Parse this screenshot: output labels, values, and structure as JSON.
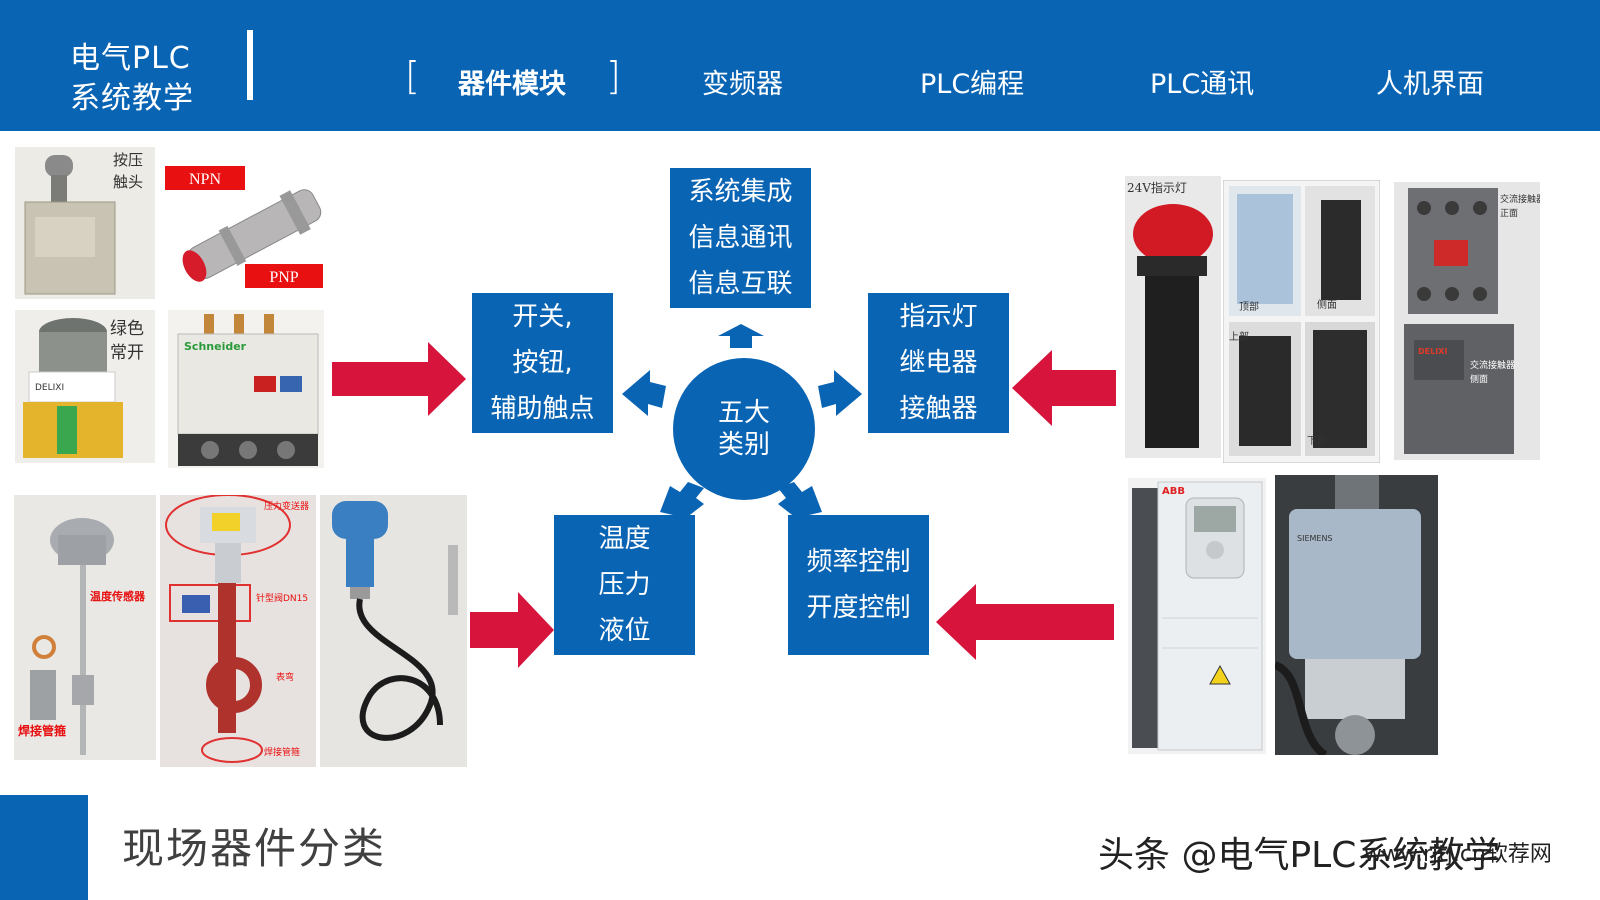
{
  "header": {
    "logo_line1": "电气PLC",
    "logo_line2": "系统教学",
    "bracket_left": "[",
    "bracket_right": "]",
    "nav": [
      {
        "label": "器件模块",
        "active": true
      },
      {
        "label": "变频器",
        "active": false
      },
      {
        "label": "PLC编程",
        "active": false
      },
      {
        "label": "PLC通讯",
        "active": false
      },
      {
        "label": "人机界面",
        "active": false
      }
    ]
  },
  "diagram": {
    "center": {
      "line1": "五大",
      "line2": "类别"
    },
    "top_box": [
      "系统集成",
      "信息通讯",
      "信息互联"
    ],
    "left_box": [
      "开关,",
      "按钮,",
      "辅助触点"
    ],
    "right_box": [
      "指示灯",
      "继电器",
      "接触器"
    ],
    "bottom_left_box": [
      "温度",
      "压力",
      "液位"
    ],
    "bottom_right_box": [
      "频率控制",
      "开度控制"
    ]
  },
  "photos": {
    "limit_switch_label": "按压\n触头",
    "limit_switch_label_1": "按压",
    "limit_switch_label_2": "触头",
    "npn_label": "NPN",
    "pnp_label": "PNP",
    "button_label_1": "绿色",
    "button_label_2": "常开",
    "button_brand": "DELIXI",
    "overload_brand": "Schneider",
    "indicator_label": "24V指示灯",
    "relay_label_top": "顶部",
    "relay_label_side": "侧面",
    "relay_label_upper": "上部",
    "relay_label_lower": "下部",
    "contactor_label_front_1": "交流接触器",
    "contactor_label_front_2": "正面",
    "contactor_label_side_1": "交流接触器",
    "contactor_label_side_2": "侧面",
    "contactor_brand": "DELIXI",
    "temp_sensor_label": "温度传感器",
    "weld_label": "焊接管箍",
    "pressure_transmitter_label": "压力变送器",
    "needle_valve_label": "针型阀DN15",
    "siphon_label": "表弯",
    "weld_label_2": "焊接管箍",
    "inverter_brand": "ABB",
    "actuator_brand": "SIEMENS"
  },
  "footer": {
    "title": "现场器件分类",
    "watermark": "头条 @电气PLC系统教学",
    "watermark_site": "www.rjtj.cn软荐网"
  },
  "colors": {
    "primary_blue": "#0a64b4",
    "arrow_red": "#d7143c",
    "label_red": "#e81010"
  }
}
